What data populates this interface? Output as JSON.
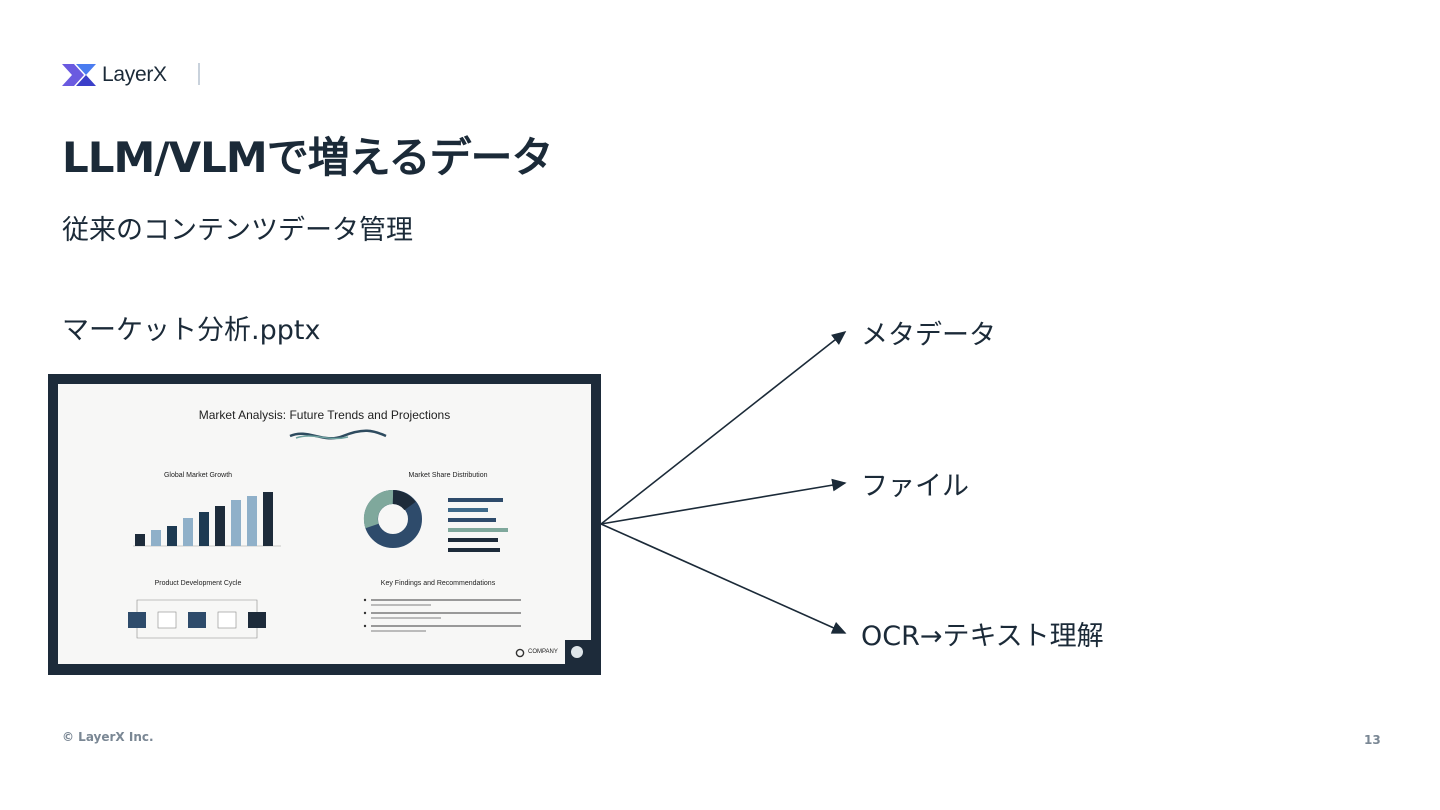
{
  "header": {
    "logo_text": "LayerX",
    "logo_icon": "layerx-logo-icon",
    "title": "LLM/VLMで増えるデータ"
  },
  "content": {
    "subtitle": "従来のコンテンツデータ管理",
    "file_name": "マーケット分析.pptx",
    "outputs": [
      "メタデータ",
      "ファイル",
      "OCR→テキスト理解"
    ]
  },
  "slide_thumbnail": {
    "title": "Market Analysis: Future Trends and Projections",
    "sections": {
      "growth_title": "Global Market Growth",
      "share_title": "Market Share Distribution",
      "cycle_title": "Product Development Cycle",
      "findings_title": "Key Findings and Recommendations"
    },
    "company_label": "COMPANY"
  },
  "colors": {
    "text": "#1b2a38",
    "frame": "#1d2b3a",
    "accent_logo": "#5b4fd6"
  },
  "footer": {
    "copyright": "© LayerX Inc.",
    "page_number": "13"
  }
}
